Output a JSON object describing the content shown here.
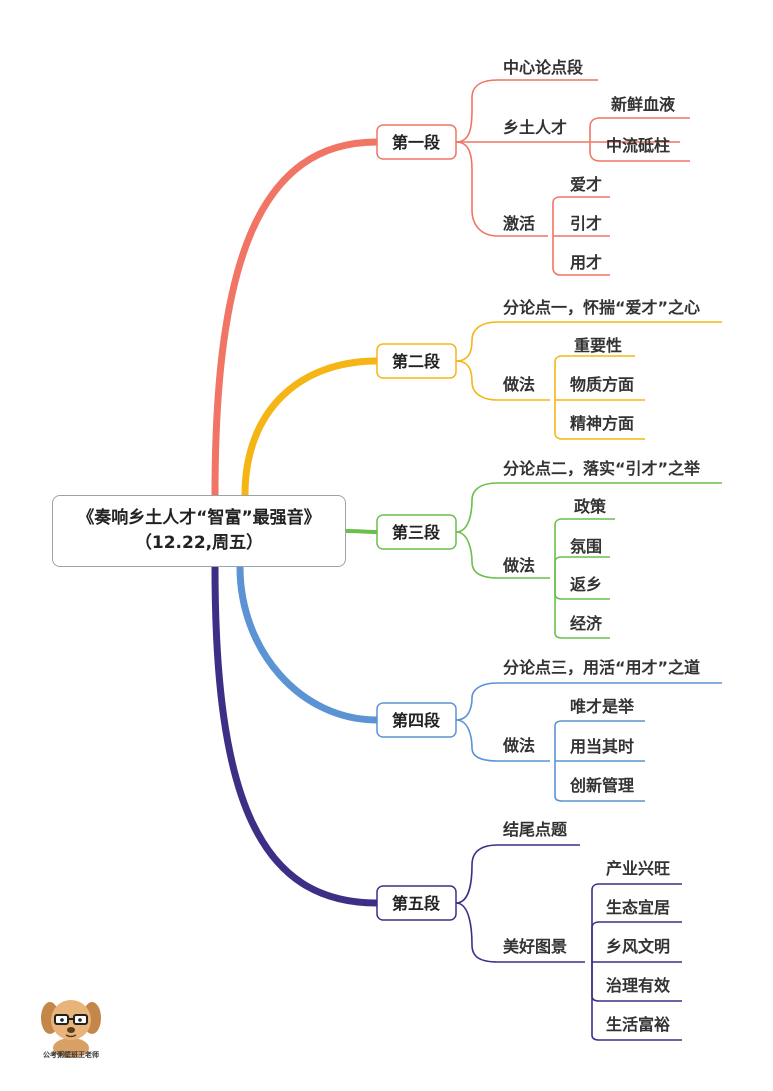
{
  "root": {
    "line1": "《奏响乡土人才“智富”最强音》",
    "line2": "（12.22,周五）"
  },
  "colors": {
    "seg1": "#f07565",
    "seg2": "#f5b515",
    "seg3": "#6cbf4d",
    "seg4": "#5b93d4",
    "seg5": "#3d2f86"
  },
  "sections": [
    {
      "label": "第一段",
      "children": [
        {
          "label": "中心论点段"
        },
        {
          "label": "乡土人才",
          "children": [
            "新鲜血液",
            "中流砥柱"
          ]
        },
        {
          "label": "激活",
          "children": [
            "爱才",
            "引才",
            "用才"
          ]
        }
      ]
    },
    {
      "label": "第二段",
      "children": [
        {
          "label": "分论点一，怀揣“爱才”之心"
        },
        {
          "label": "做法",
          "children": [
            "重要性",
            "物质方面",
            "精神方面"
          ]
        }
      ]
    },
    {
      "label": "第三段",
      "children": [
        {
          "label": "分论点二，落实“引才”之举"
        },
        {
          "label": "做法",
          "children": [
            "政策",
            "氛围",
            "返乡",
            "经济"
          ]
        }
      ]
    },
    {
      "label": "第四段",
      "children": [
        {
          "label": "分论点三，用活“用才”之道"
        },
        {
          "label": "做法",
          "children": [
            "唯才是举",
            "用当其时",
            "创新管理"
          ]
        }
      ]
    },
    {
      "label": "第五段",
      "children": [
        {
          "label": "结尾点题"
        },
        {
          "label": "美好图景",
          "children": [
            "产业兴旺",
            "生态宜居",
            "乡风文明",
            "治理有效",
            "生活富裕"
          ]
        }
      ]
    }
  ],
  "logo": {
    "icon": "cartoon-dog-with-glasses",
    "caption": "公考粥壁班王老师"
  }
}
